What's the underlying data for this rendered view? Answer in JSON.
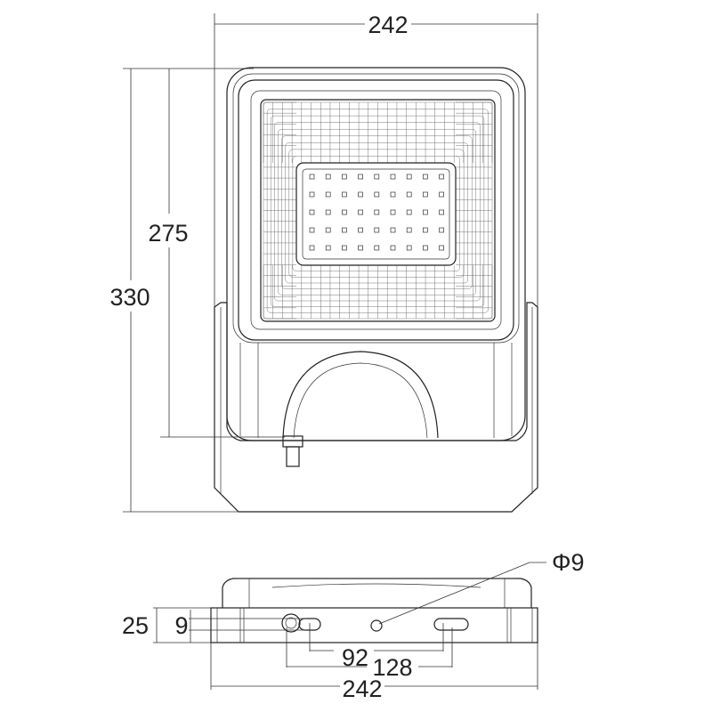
{
  "title": "Flood light dimension drawing",
  "front_view": {
    "width_label": "242",
    "height_total_label": "330",
    "height_housing_label": "275",
    "led_rows": 5,
    "led_cols": 9
  },
  "bottom_view": {
    "hole_label": "Φ9",
    "depth_label": "25",
    "slot_label": "9",
    "inner_spacing_label": "92",
    "outer_spacing_label": "128",
    "width_label": "242"
  },
  "colors": {
    "line": "#222222",
    "background": "#ffffff"
  }
}
